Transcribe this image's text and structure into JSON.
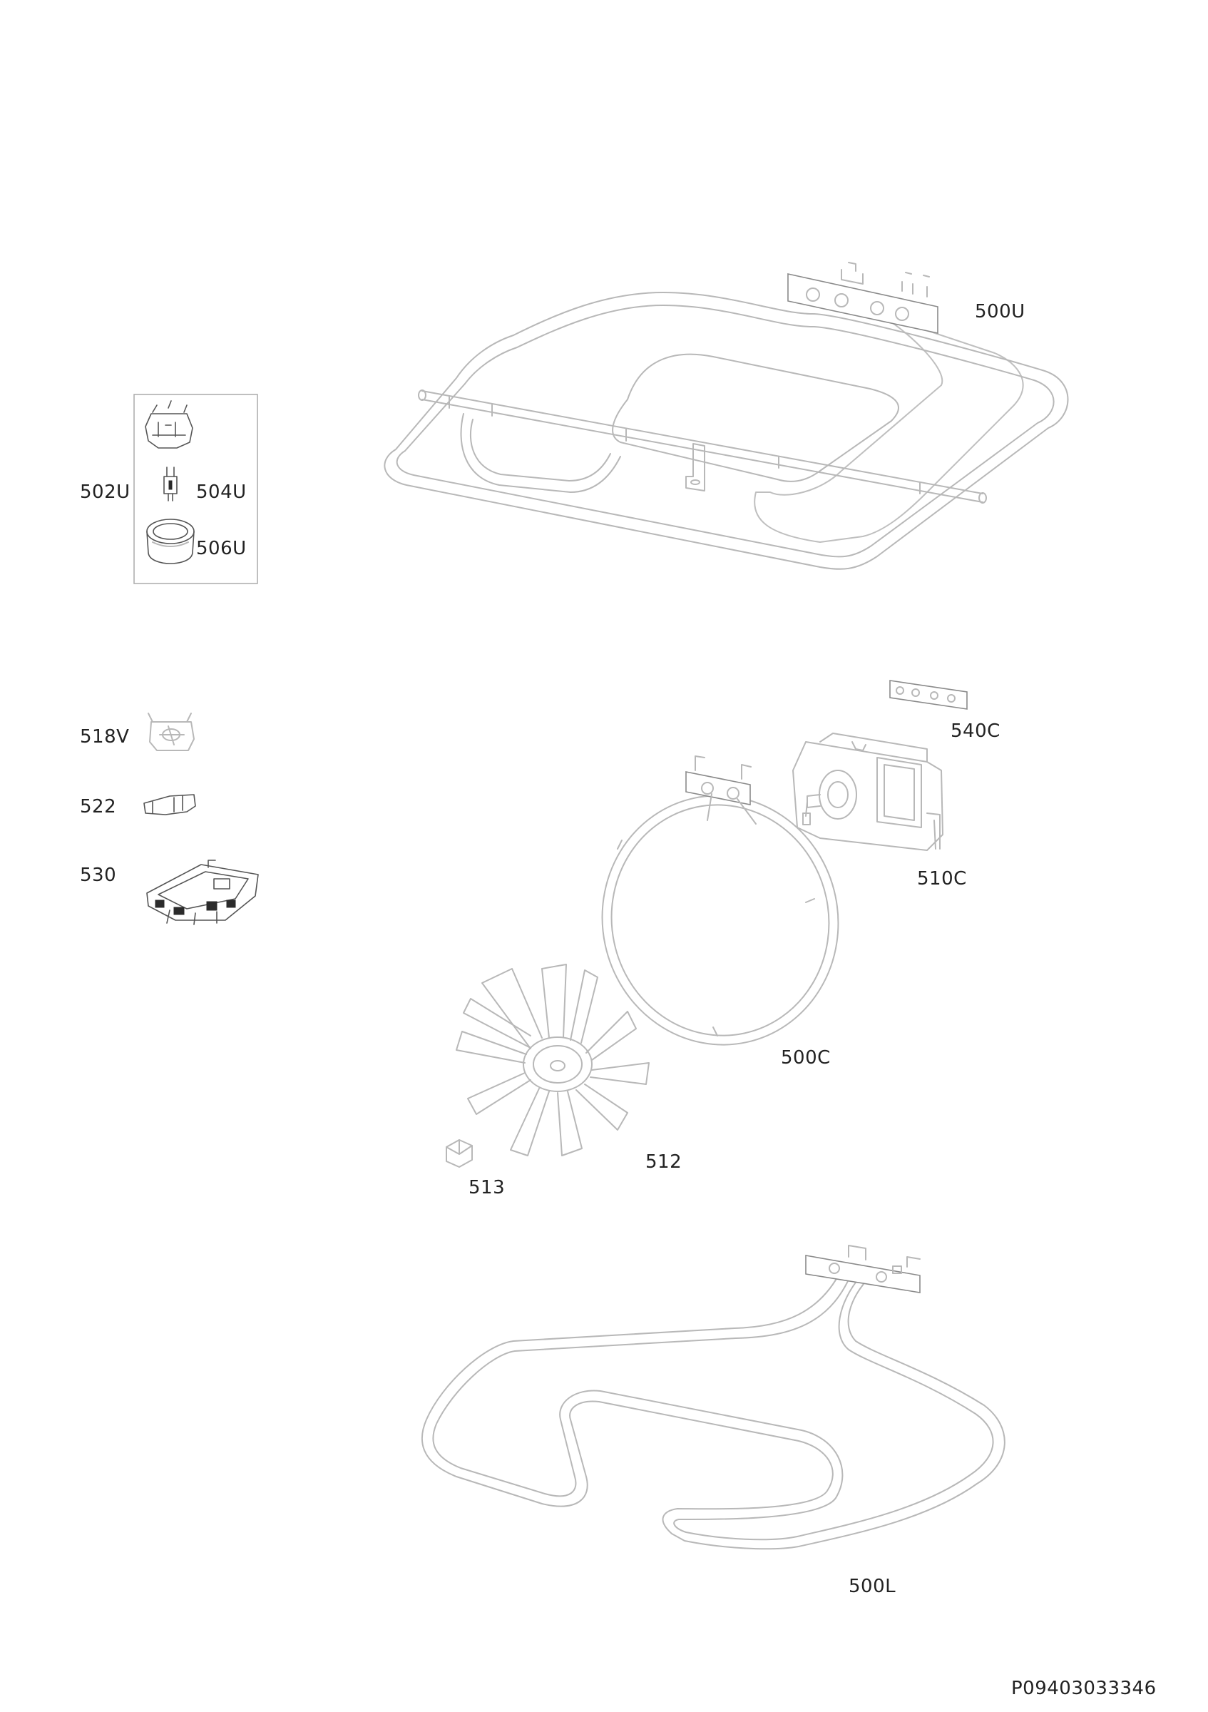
{
  "labels": {
    "p500U": "500U",
    "p502U": "502U",
    "p504U": "504U",
    "p506U": "506U",
    "p518V": "518V",
    "p522": "522",
    "p530": "530",
    "p540C": "540C",
    "p510C": "510C",
    "p500C": "500C",
    "p512": "512",
    "p513": "513",
    "p500L": "500L"
  },
  "document_code": "P09403033346",
  "icons": [
    "top-heating-element-icon",
    "lamp-holder-icon",
    "bulb-icon",
    "lamp-cover-icon",
    "thermostat-icon",
    "clip-icon",
    "control-board-icon",
    "terminal-plate-icon",
    "fan-motor-icon",
    "circular-heating-element-icon",
    "fan-blade-icon",
    "nut-icon",
    "bottom-heating-element-icon"
  ]
}
